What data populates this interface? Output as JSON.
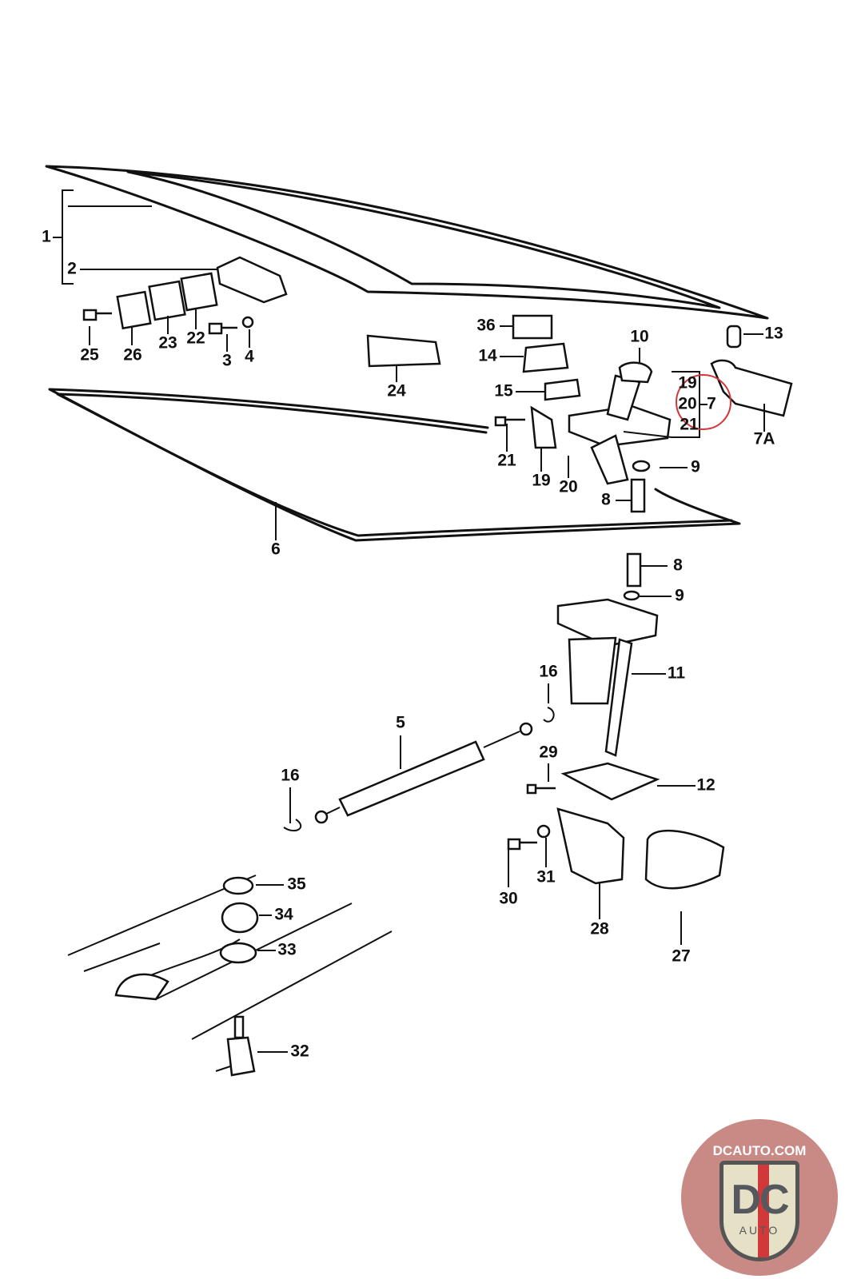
{
  "callouts": [
    "1",
    "2",
    "25",
    "26",
    "23",
    "22",
    "3",
    "4",
    "24",
    "36",
    "14",
    "15",
    "10",
    "13",
    "19",
    "20",
    "7",
    "21",
    "7A",
    "21",
    "19",
    "20",
    "9",
    "8",
    "6",
    "8",
    "9",
    "11",
    "16",
    "5",
    "29",
    "16",
    "12",
    "31",
    "30",
    "28",
    "27",
    "35",
    "34",
    "33",
    "32"
  ],
  "highlight_color": "#d0383a",
  "logo": {
    "url": "DCAUTO.COM",
    "mark": "DC",
    "sub": "AUTO"
  }
}
